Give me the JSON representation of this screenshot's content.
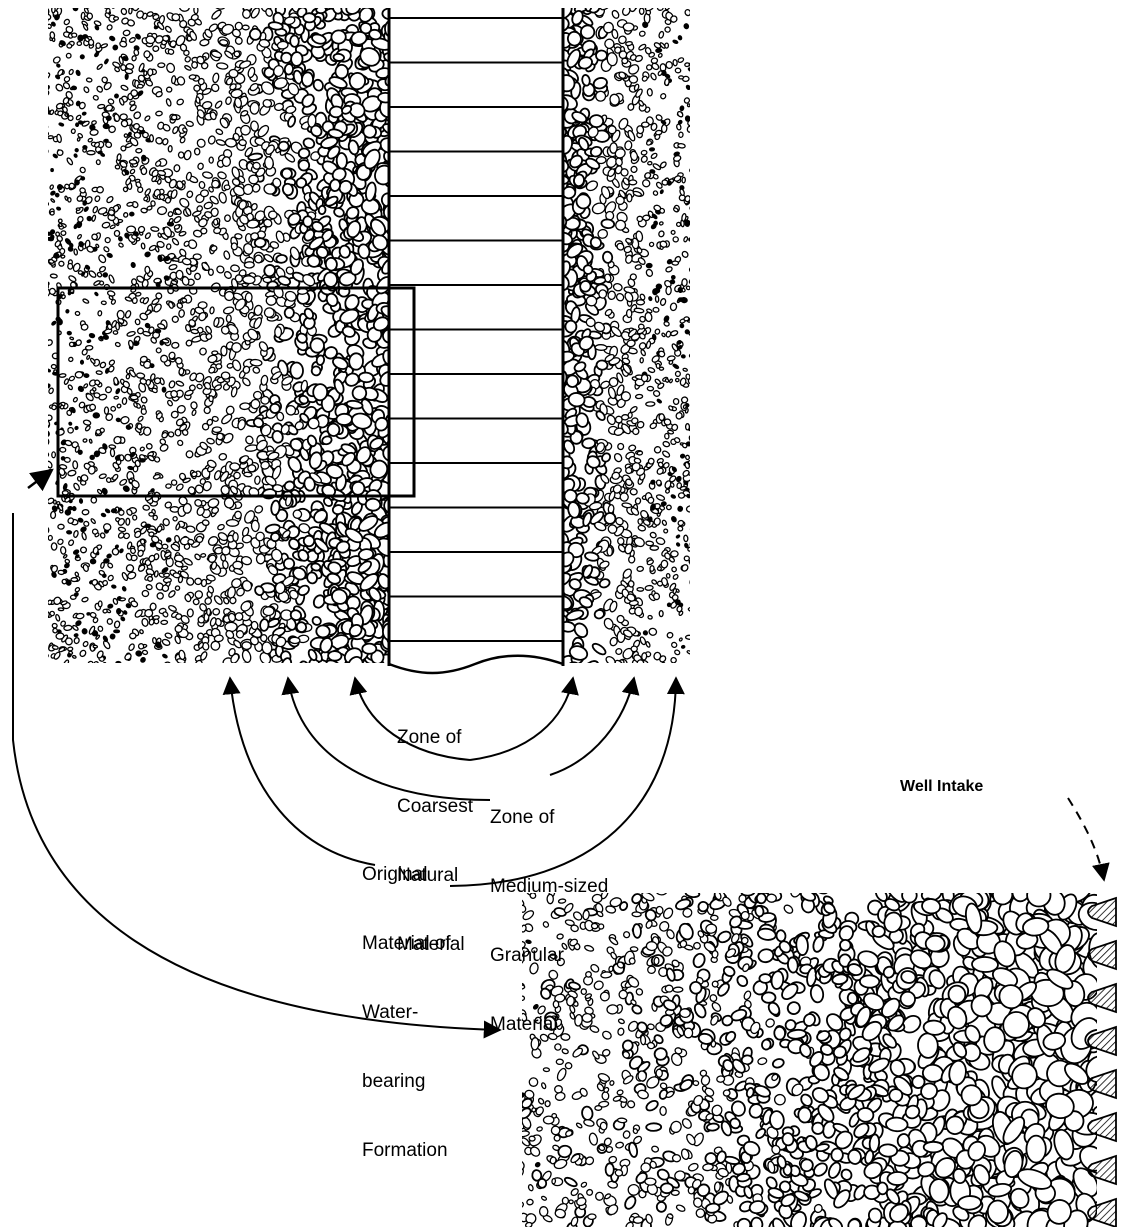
{
  "labels": {
    "coarsest": [
      "Zone of",
      "Coarsest",
      "Natural",
      "Material"
    ],
    "medium": [
      "Zone of",
      "Medium-sized",
      "Granular",
      "Material"
    ],
    "original": [
      "Original",
      "Material of",
      "Water-",
      "bearing",
      "Formation"
    ],
    "well_intake": "Well Intake"
  },
  "colors": {
    "ink": "#000000",
    "paper": "#ffffff",
    "hatch": "#000000"
  }
}
